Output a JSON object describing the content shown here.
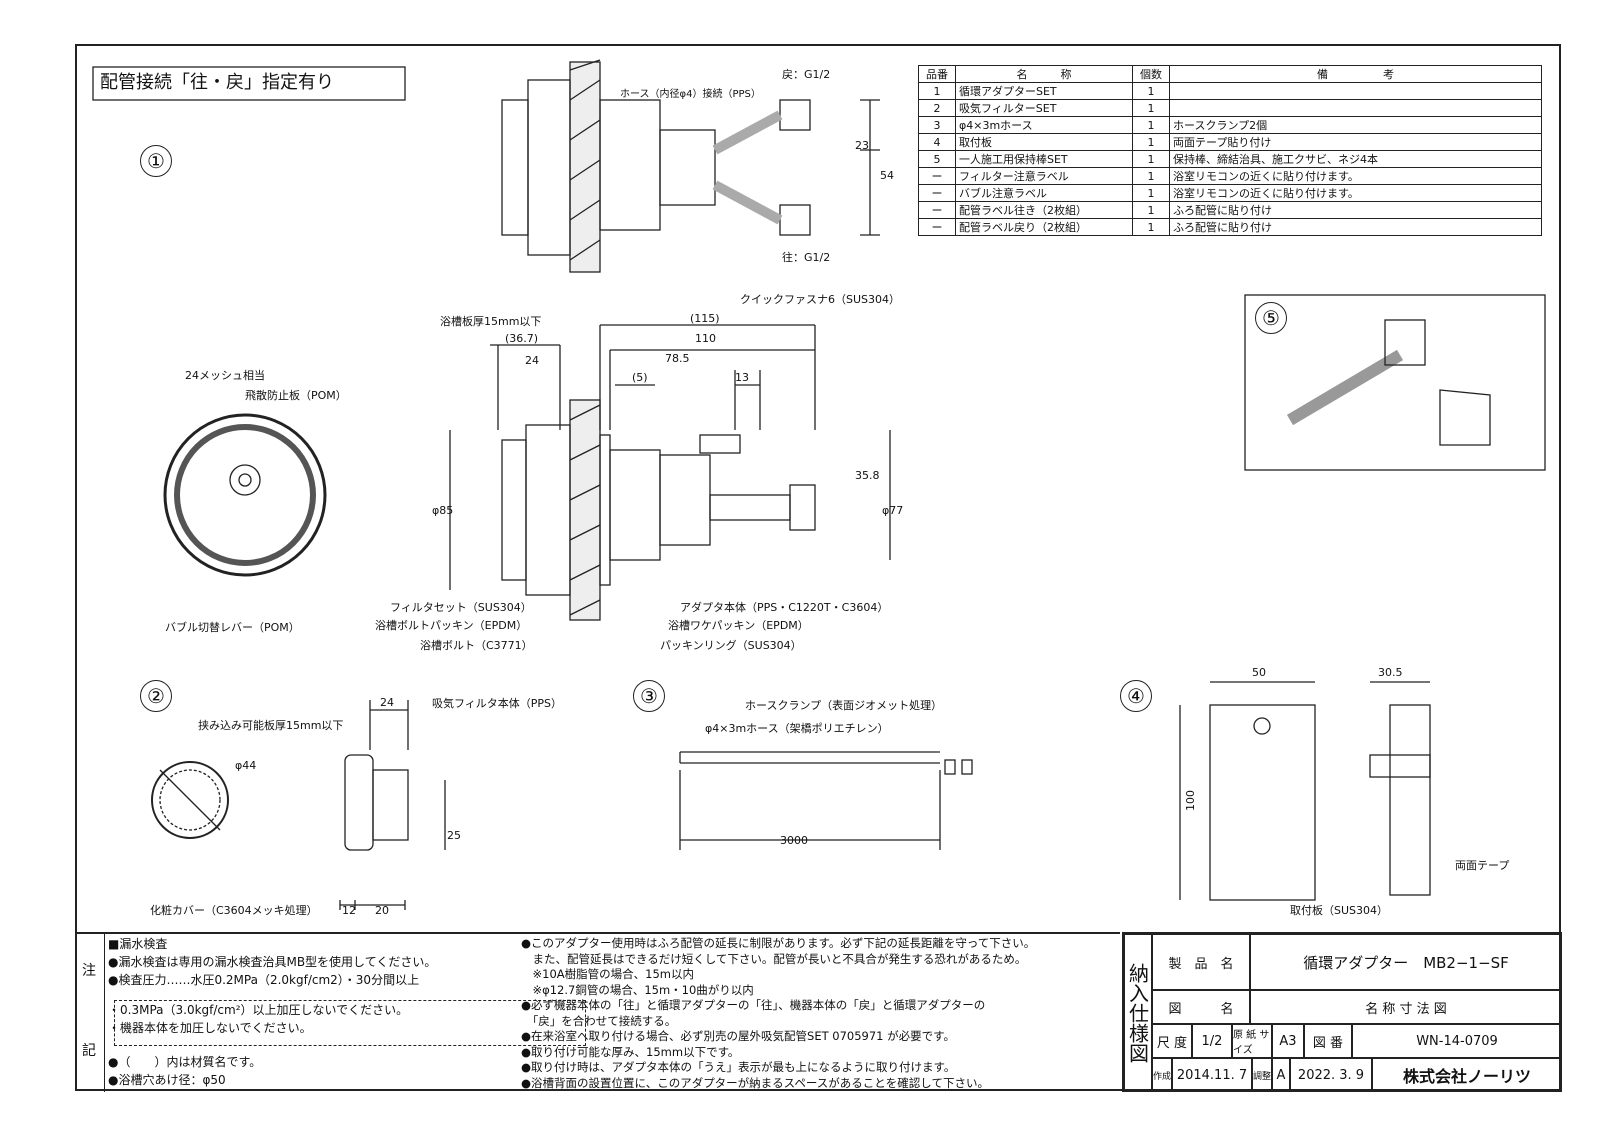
{
  "header_box": "配管接続「往・戻」指定有り",
  "view_numbers": [
    "①",
    "②",
    "③",
    "④",
    "⑤"
  ],
  "view1_top": {
    "return": "戻：G1/2",
    "supply": "往：G1/2",
    "hose": "ホース（内径φ4）接続（PPS）",
    "dim_23": "23",
    "dim_54": "54"
  },
  "view1_side": {
    "thickness": "浴槽板厚15mm以下",
    "d367": "(36.7)",
    "d24": "24",
    "d115": "(115)",
    "d110": "110",
    "d785": "78.5",
    "d5": "(5)",
    "d13": "13",
    "fastener": "クイックファスナ6（SUS304）",
    "d358": "35.8",
    "d85": "φ85",
    "d77": "φ77",
    "filter_set": "フィルタセット（SUS304）",
    "bolt_packing": "浴槽ボルトパッキン（EPDM）",
    "bolt": "浴槽ボルト（C3771）",
    "body": "アダプタ本体（PPS・C1220T・C3604）",
    "wake_packing": "浴槽ワケパッキン（EPDM）",
    "packing_ring": "パッキンリング（SUS304）"
  },
  "view1_front": {
    "mesh": "24メッシュ相当",
    "splash": "飛散防止板（POM）",
    "lever": "バブル切替レバー（POM）"
  },
  "view2": {
    "d24": "24",
    "filter_body": "吸気フィルタ本体（PPS）",
    "thickness": "挟み込み可能板厚15mm以下",
    "d44": "φ44",
    "d25": "25",
    "cover": "化粧カバー（C3604メッキ処理）",
    "d12": "12",
    "d20": "20"
  },
  "view3": {
    "clamp": "ホースクランプ（表面ジオメット処理）",
    "hose": "φ4×3mホース（架橋ポリエチレン）",
    "d3000": "3000"
  },
  "view4": {
    "d50": "50",
    "d305": "30.5",
    "d100": "100",
    "tape": "両面テープ",
    "plate": "取付板（SUS304）"
  },
  "parts_table": {
    "headers": [
      "品番",
      "名　　　称",
      "個数",
      "備　　　　　考"
    ],
    "rows": [
      [
        "1",
        "循環アダプターSET",
        "1",
        ""
      ],
      [
        "2",
        "吸気フィルターSET",
        "1",
        ""
      ],
      [
        "3",
        "φ4×3mホース",
        "1",
        "ホースクランプ2個"
      ],
      [
        "4",
        "取付板",
        "1",
        "両面テープ貼り付け"
      ],
      [
        "5",
        "一人施工用保持棒SET",
        "1",
        "保持棒、締結治具、施工クサビ、ネジ4本"
      ],
      [
        "ー",
        "フィルター注意ラベル",
        "1",
        "浴室リモコンの近くに貼り付けます。"
      ],
      [
        "ー",
        "バブル注意ラベル",
        "1",
        "浴室リモコンの近くに貼り付けます。"
      ],
      [
        "ー",
        "配管ラベル往き（2枚組）",
        "1",
        "ふろ配管に貼り付け"
      ],
      [
        "ー",
        "配管ラベル戻り（2枚組）",
        "1",
        "ふろ配管に貼り付け"
      ]
    ]
  },
  "notes": {
    "label1": "注",
    "label2": "記",
    "left": [
      "■漏水検査",
      "●漏水検査は専用の漏水検査治具MB型を使用してください。",
      "●検査圧力……水圧0.2MPa（2.0kgf/cm2）・30分間以上",
      "・0.3MPa（3.0kgf/cm²）以上加圧しないでください。",
      "・機器本体を加圧しないでください。",
      "●（　　）内は材質名です。",
      "●浴槽穴あけ径：φ50"
    ],
    "right": [
      "●このアダプター使用時はふろ配管の延長に制限があります。必ず下記の延長距離を守って下さい。",
      "　また、配管延長はできるだけ短くして下さい。配管が長いと不具合が発生する恐れがあるため。",
      "　※10A樹脂管の場合、15m以内",
      "　※φ12.7銅管の場合、15m・10曲がり以内",
      "●必ず機器本体の「往」と循環アダプターの「往」、機器本体の「戻」と循環アダプターの",
      "　「戻」を合わせて接続する。",
      "●在来浴室へ取り付ける場合、必ず別売の屋外吸気配管SET 0705971 が必要です。",
      "●取り付け可能な厚み、15mm以下です。",
      "●取り付け時は、アダプタ本体の「うえ」表示が最も上になるように取り付けます。",
      "●浴槽背面の設置位置に、このアダプターが納まるスペースがあることを確認して下さい。"
    ]
  },
  "title_block": {
    "side": "納入仕様図",
    "product_label": "製　品　名",
    "product": "循環アダプター　MB2−1−SF",
    "drawing_label": "図　　　名",
    "drawing": "名 称 寸 法 図",
    "scale_label": "尺 度",
    "scale": "1/2",
    "paper_label": "原 紙 サイズ",
    "paper": "A3",
    "number_label": "図 番",
    "number": "WN-14-0709",
    "made_label": "作成",
    "made": "2014.11. 7",
    "revised_label": "調整",
    "rev": "A",
    "revised": "2022. 3. 9",
    "company": "株式会社ノーリツ"
  }
}
